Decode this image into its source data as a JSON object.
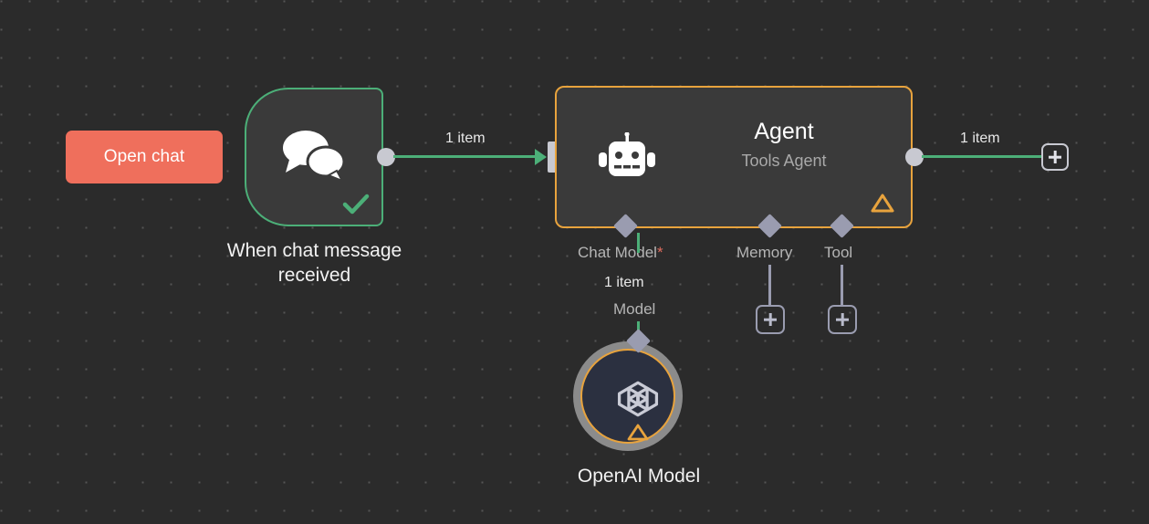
{
  "canvas": {
    "background_color": "#2b2b2b",
    "grid": "dot-grid"
  },
  "buttons": {
    "open_chat": {
      "label": "Open chat",
      "color": "#ef6f5c"
    }
  },
  "nodes": [
    {
      "id": "chat-trigger",
      "caption": "When chat message\nreceived",
      "icon": "chat-bubbles-icon",
      "status": "success",
      "status_icon": "check-icon",
      "border_color": "#4caf78"
    },
    {
      "id": "agent",
      "title": "Agent",
      "subtitle": "Tools Agent",
      "icon": "robot-icon",
      "status": "warning",
      "status_icon": "warning-triangle-icon",
      "border_color": "#e8a33d"
    },
    {
      "id": "openai-model",
      "caption": "OpenAI Model",
      "icon": "openai-logo-icon",
      "status": "warning",
      "status_icon": "warning-triangle-icon",
      "border_color": "#e8a33d"
    }
  ],
  "connections": {
    "trigger_to_agent": {
      "label": "1 item",
      "color": "#4caf78"
    },
    "agent_output": {
      "label": "1 item",
      "color": "#4caf78",
      "add_label": "+"
    },
    "model_to_agent": {
      "label": "1 item",
      "sub_label": "Model",
      "color": "#4caf78"
    }
  },
  "sub_ports": [
    {
      "id": "chat-model",
      "label": "Chat Model",
      "required_mark": "*",
      "has_add_button": false
    },
    {
      "id": "memory",
      "label": "Memory",
      "required_mark": "",
      "has_add_button": true,
      "add_label": "+"
    },
    {
      "id": "tool",
      "label": "Tool",
      "required_mark": "",
      "has_add_button": true,
      "add_label": "+"
    }
  ]
}
